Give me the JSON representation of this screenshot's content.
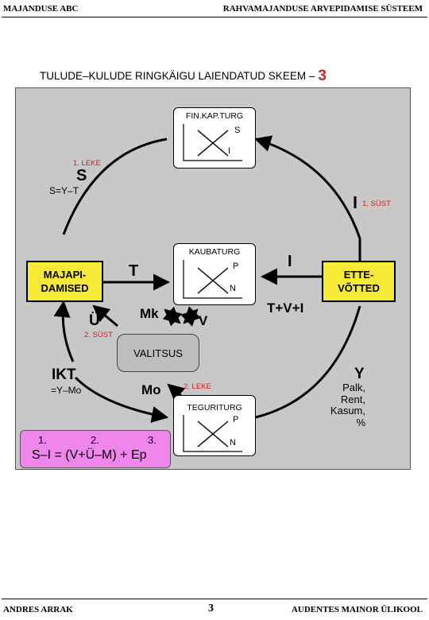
{
  "header": {
    "left": "MAJANDUSE ABC",
    "right": "RAHVAMAJANDUSE ARVEPIDAMISE SÜSTEEM"
  },
  "title": {
    "text": "TULUDE–KULUDE RINGKÄIGU LAIENDATUD SKEEM –",
    "number": "3"
  },
  "markets": {
    "financial": {
      "title": "FIN.KAP.TURG",
      "s": "S",
      "i": "I"
    },
    "goods": {
      "title": "KAUBATURG",
      "p": "P",
      "n": "N"
    },
    "labor": {
      "title": "TEGURITURG",
      "p": "P",
      "n": "N"
    }
  },
  "sectors": {
    "households": {
      "line1": "MAJAPI-",
      "line2": "DAMISED"
    },
    "firms": {
      "line1": "ETTE-",
      "line2": "VÕTTED"
    },
    "government": "VALITSUS"
  },
  "flows": {
    "leak1_label": "1. LEKE",
    "savings": "S",
    "savings_eq": "S=Y–T",
    "inject1_label": "1. SÜST",
    "inject1_marker": "I",
    "taxes": "T",
    "investment": "I",
    "mk": "Mk",
    "v": "V",
    "u": "Ü",
    "inject2_label": "2. SÜST",
    "tvi": "T+V+I",
    "ikt": "IKT",
    "ikt_eq": "=Y–Mo",
    "mo": "Mo",
    "leak2_label": "2. LEKE",
    "y": "Y",
    "y_line1": "Palk,",
    "y_line2": "Rent,",
    "y_line3": "Kasum,",
    "y_line4": "%"
  },
  "formula": {
    "n1": "1.",
    "n2": "2.",
    "n3": "3.",
    "text": "S–I = (V+Ü–M) + Ep"
  },
  "footer": {
    "left": "ANDRES ARRAK",
    "page": "3",
    "right": "AUDENTES MAINOR ÜLIKOOL"
  },
  "colors": {
    "panel": "#c8c8c8",
    "sector_box": "#f6ea37",
    "formula_box": "#ee86ec",
    "accent_red": "#cc1f1f"
  }
}
